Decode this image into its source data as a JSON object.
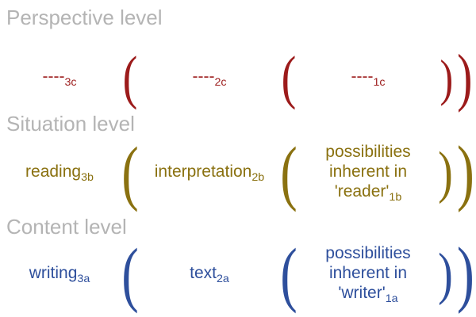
{
  "colors": {
    "heading": "#b4b4b4",
    "perspective": "#9c1b1b",
    "situation": "#8a7110",
    "content": "#2e4f9c"
  },
  "symbols": {
    "open_paren": "(",
    "close_paren": ")"
  },
  "headings": {
    "perspective": "Perspective level",
    "situation": "Situation level",
    "content": "Content level"
  },
  "perspective": {
    "outer": {
      "text": "----",
      "sub": "3c"
    },
    "middle": {
      "text": "----",
      "sub": "2c"
    },
    "inner": {
      "text": "----",
      "sub": "1c"
    }
  },
  "situation": {
    "outer": {
      "text": "reading",
      "sub": "3b"
    },
    "middle": {
      "text": "interpretation",
      "sub": "2b"
    },
    "inner": {
      "line1": "possibilities",
      "line2": "inherent in",
      "line3": "'reader'",
      "sub": "1b"
    }
  },
  "content": {
    "outer": {
      "text": "writing",
      "sub": "3a"
    },
    "middle": {
      "text": "text",
      "sub": "2a"
    },
    "inner": {
      "line1": "possibilities",
      "line2": "inherent in",
      "line3": "'writer'",
      "sub": "1a"
    }
  }
}
